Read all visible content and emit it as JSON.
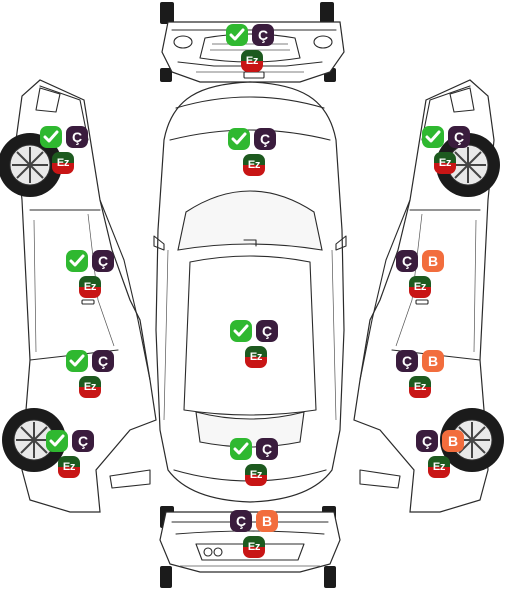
{
  "legend": {
    "ok": "✔",
    "cizik": "Ç",
    "boyali": "B",
    "ezik": "Ez"
  },
  "icons": {
    "ok": "check-icon",
    "cizik": "scratch-letter-icon",
    "boyali": "paint-letter-icon",
    "ezik": "dent-letter-icon"
  },
  "colors": {
    "ok": "#2fb830",
    "cizik": "#3a1c3d",
    "boyali": "#f26d3d",
    "ezik_top": "#1d5a1f",
    "ezik_bottom": "#c81515"
  },
  "panels": [
    {
      "id": "front-bumper",
      "badges": [
        "ok",
        "cizik",
        "ezik"
      ]
    },
    {
      "id": "hood",
      "badges": [
        "ok",
        "cizik",
        "ezik"
      ]
    },
    {
      "id": "roof",
      "badges": [
        "ok",
        "cizik",
        "ezik"
      ]
    },
    {
      "id": "trunk",
      "badges": [
        "ok",
        "cizik",
        "ezik"
      ]
    },
    {
      "id": "rear-bumper",
      "badges": [
        "cizik",
        "boyali",
        "ezik"
      ]
    },
    {
      "id": "left-front-fender",
      "badges": [
        "ok",
        "cizik",
        "ezik"
      ]
    },
    {
      "id": "left-front-door",
      "badges": [
        "ok",
        "cizik",
        "ezik"
      ]
    },
    {
      "id": "left-rear-door",
      "badges": [
        "ok",
        "cizik",
        "ezik"
      ]
    },
    {
      "id": "left-rear-fender",
      "badges": [
        "ok",
        "cizik",
        "ezik"
      ]
    },
    {
      "id": "right-front-fender",
      "badges": [
        "ok",
        "cizik",
        "ezik"
      ]
    },
    {
      "id": "right-front-door",
      "badges": [
        "cizik",
        "boyali",
        "ezik"
      ]
    },
    {
      "id": "right-rear-door",
      "badges": [
        "cizik",
        "boyali",
        "ezik"
      ]
    },
    {
      "id": "right-rear-fender",
      "badges": [
        "cizik",
        "boyali",
        "ezik"
      ]
    }
  ]
}
